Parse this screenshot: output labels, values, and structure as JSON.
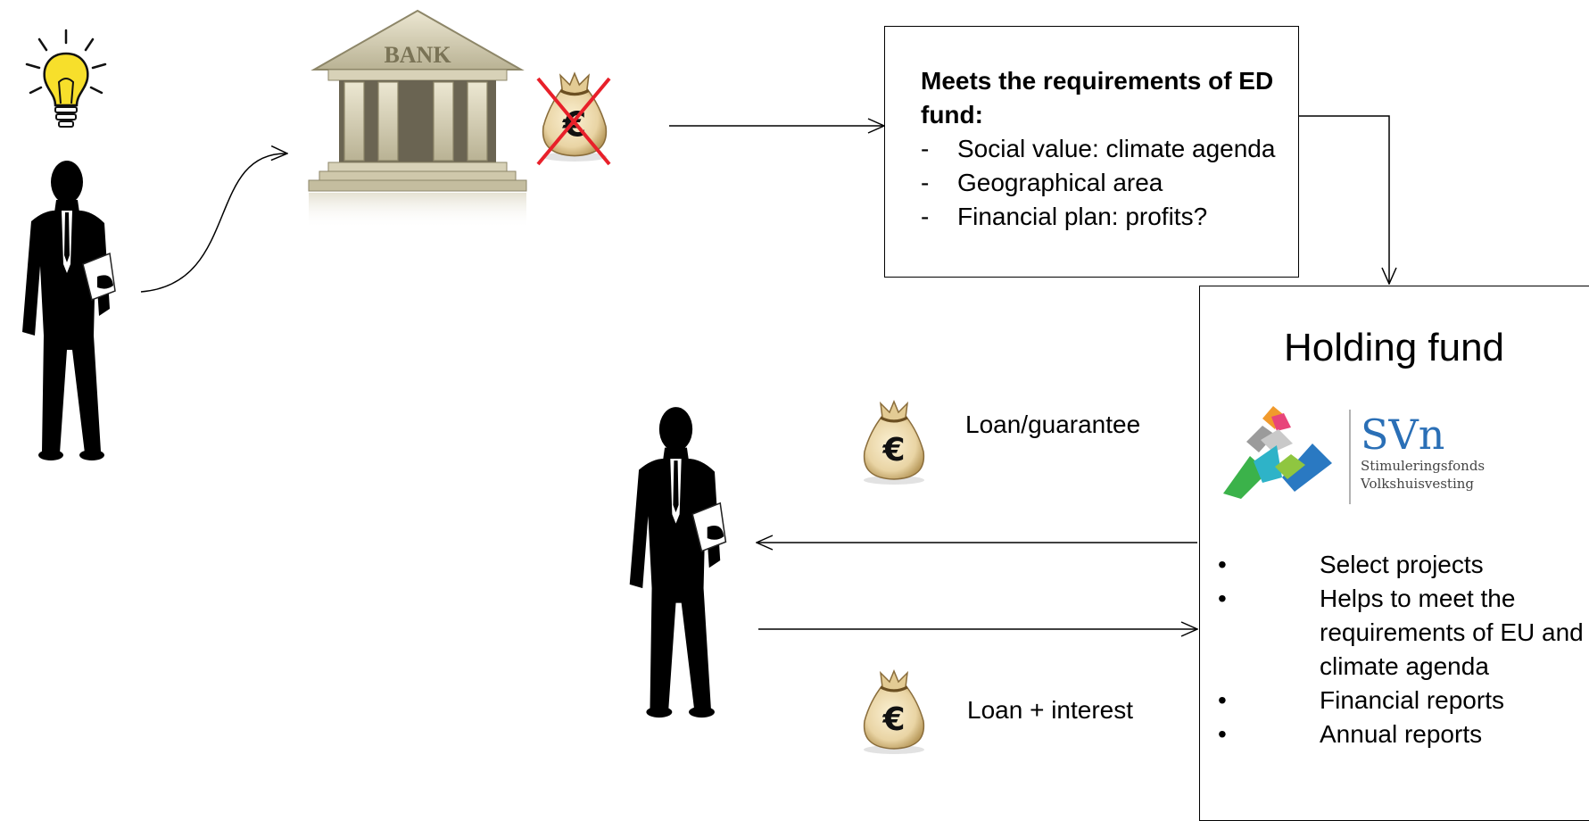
{
  "requirements_box": {
    "title": "Meets the requirements of ED fund:",
    "items": [
      "Social value: climate agenda",
      "Geographical area",
      "Financial plan: profits?"
    ]
  },
  "holding_fund": {
    "title": "Holding fund",
    "logo": {
      "name": "SVn",
      "subtitle_line1": "Stimuleringsfonds",
      "subtitle_line2": "Volkshuisvesting"
    },
    "items": [
      "Select projects",
      "Helps to meet the requirements of EU and climate agenda",
      "Financial reports",
      "Annual reports"
    ]
  },
  "bank": {
    "sign": "BANK"
  },
  "flows": {
    "loan_label": "Loan/guarantee",
    "repay_label": "Loan + interest"
  },
  "icons": {
    "idea": "lightbulb-icon",
    "person": "businessman-silhouette-icon",
    "bank": "bank-building-icon",
    "money": "euro-money-bag-icon",
    "denied": "red-cross-icon"
  },
  "colors": {
    "bulb": "#f7df2b",
    "cross": "#e8202a",
    "bag": "#e9d4a4",
    "logo_green": "#3bb24a",
    "logo_blue": "#2a79c2",
    "logo_orange": "#f19a2c",
    "logo_pink": "#e8457a",
    "logo_text": "#2a6fb6"
  }
}
